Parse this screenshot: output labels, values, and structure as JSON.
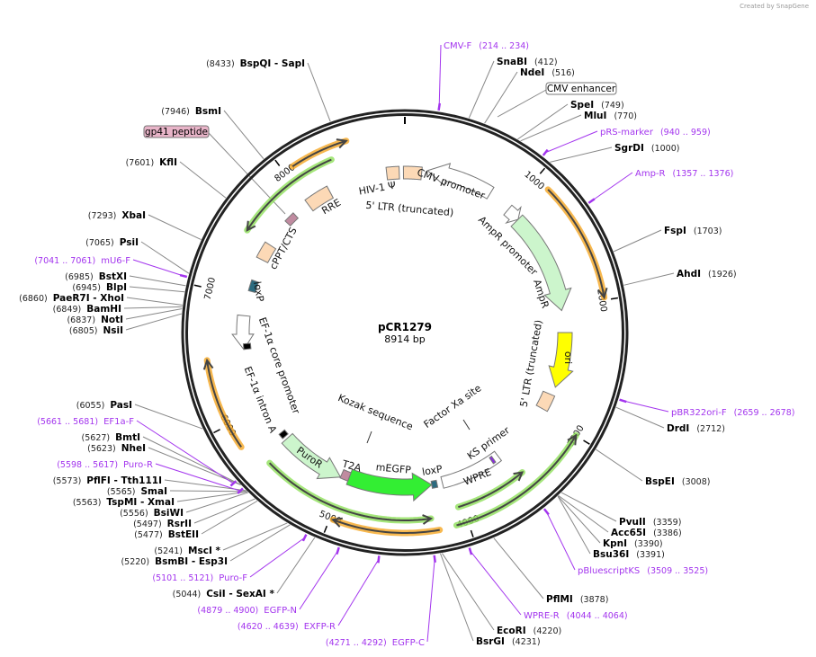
{
  "credit": "Created by SnapGene",
  "plasmid": {
    "name": "pCR1279",
    "length_label": "8914 bp",
    "length_bp": 8914
  },
  "colors": {
    "primer": "#a335ee",
    "orf_orange": "#f5a623",
    "orf_green": "#8ee05a",
    "misc_feature": "#fcd9b6",
    "ampR": "#ccf5cc",
    "ori": "#ffff00",
    "mEGFP": "#33ee33",
    "loxP": "#2c6b7f",
    "signal": "#c08ba0",
    "ring": "#222222"
  },
  "ticks": [
    "1000",
    "2000",
    "3000",
    "4000",
    "5000",
    "6000",
    "7000",
    "8000"
  ],
  "sites": [
    {
      "name": "SnaBI",
      "pos": "412"
    },
    {
      "name": "NdeI",
      "pos": "516"
    },
    {
      "name": "SpeI",
      "pos": "749"
    },
    {
      "name": "MluI",
      "pos": "770"
    },
    {
      "name": "SgrDI",
      "pos": "1000"
    },
    {
      "name": "FspI",
      "pos": "1703"
    },
    {
      "name": "AhdI",
      "pos": "1926"
    },
    {
      "name": "DrdI",
      "pos": "2712"
    },
    {
      "name": "BspEI",
      "pos": "3008"
    },
    {
      "name": "PvuII",
      "pos": "3359"
    },
    {
      "name": "Acc65I",
      "pos": "3386"
    },
    {
      "name": "KpnI",
      "pos": "3390"
    },
    {
      "name": "Bsu36I",
      "pos": "3391"
    },
    {
      "name": "PflMI",
      "pos": "3878"
    },
    {
      "name": "EcoRI",
      "pos": "4220"
    },
    {
      "name": "BsrGI",
      "pos": "4231"
    },
    {
      "name": "BspQI   - SapI",
      "pos": "8433"
    },
    {
      "name": "BsmI",
      "pos": "7946"
    },
    {
      "name": "KflI",
      "pos": "7601"
    },
    {
      "name": "XbaI",
      "pos": "7293"
    },
    {
      "name": "PsiI",
      "pos": "7065"
    },
    {
      "name": "BstXI",
      "pos": "6985"
    },
    {
      "name": "BlpI",
      "pos": "6945"
    },
    {
      "name": "PaeR7I   - XhoI",
      "pos": "6860"
    },
    {
      "name": "BamHI",
      "pos": "6849"
    },
    {
      "name": "NotI",
      "pos": "6837"
    },
    {
      "name": "NsiI",
      "pos": "6805"
    },
    {
      "name": "PasI",
      "pos": "6055"
    },
    {
      "name": "BmtI",
      "pos": "5627"
    },
    {
      "name": "NheI",
      "pos": "5623"
    },
    {
      "name": "PflFI   - Tth111I",
      "pos": "5573"
    },
    {
      "name": "SmaI",
      "pos": "5565"
    },
    {
      "name": "TspMI   - XmaI",
      "pos": "5563"
    },
    {
      "name": "BsiWI",
      "pos": "5556"
    },
    {
      "name": "RsrII",
      "pos": "5497"
    },
    {
      "name": "BstEII",
      "pos": "5477"
    },
    {
      "name": "MscI *",
      "pos": "5241"
    },
    {
      "name": "BsmBI   - Esp3I",
      "pos": "5220"
    },
    {
      "name": "CsiI   - SexAI *",
      "pos": "5044"
    }
  ],
  "primers": [
    {
      "name": "CMV-F",
      "range": "214 .. 234"
    },
    {
      "name": "pRS-marker",
      "range": "940 .. 959"
    },
    {
      "name": "Amp-R",
      "range": "1357 .. 1376"
    },
    {
      "name": "pBR322ori-F",
      "range": "2659 .. 2678"
    },
    {
      "name": "pBluescriptKS",
      "range": "3509 .. 3525"
    },
    {
      "name": "WPRE-R",
      "range": "4044 .. 4064"
    },
    {
      "name": "mU6-F",
      "range": "7041 .. 7061"
    },
    {
      "name": "EF1a-F",
      "range": "5661 .. 5681"
    },
    {
      "name": "Puro-R",
      "range": "5598 .. 5617"
    },
    {
      "name": "Puro-F",
      "range": "5101 .. 5121"
    },
    {
      "name": "EGFP-N",
      "range": "4879 .. 4900"
    },
    {
      "name": "EXFP-R",
      "range": "4620 .. 4639"
    },
    {
      "name": "EGFP-C",
      "range": "4271 .. 4292"
    }
  ],
  "boxed_labels": [
    {
      "name": "CMV enhancer"
    },
    {
      "name": "gp41 peptide"
    }
  ],
  "features": [
    {
      "name": "HIV-1 Ψ"
    },
    {
      "name": "5' LTR (truncated)"
    },
    {
      "name": "CMV promoter"
    },
    {
      "name": "AmpR promoter"
    },
    {
      "name": "AmpR"
    },
    {
      "name": "ori"
    },
    {
      "name": "5' LTR (truncated)"
    },
    {
      "name": "Factor Xa site"
    },
    {
      "name": "KS primer"
    },
    {
      "name": "WPRE"
    },
    {
      "name": "loxP"
    },
    {
      "name": "mEGFP"
    },
    {
      "name": "T2A"
    },
    {
      "name": "PuroR"
    },
    {
      "name": "Kozak sequence"
    },
    {
      "name": "EF-1α intron A"
    },
    {
      "name": "EF-1α core promoter"
    },
    {
      "name": "loxP"
    },
    {
      "name": "cPPT/CTS"
    },
    {
      "name": "RRE"
    }
  ]
}
